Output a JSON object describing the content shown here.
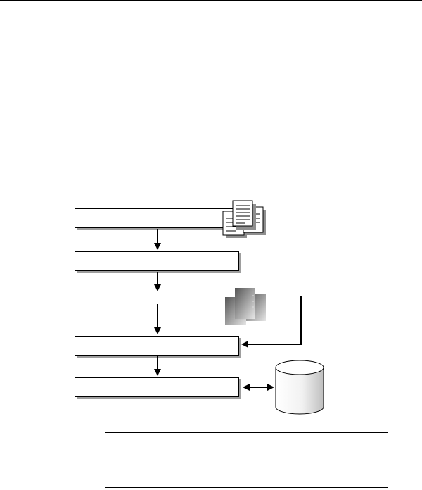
{
  "page": {
    "header_text": ""
  },
  "diagram": {
    "boxes": [
      {
        "id": "step-1",
        "label": ""
      },
      {
        "id": "step-2",
        "label": ""
      },
      {
        "id": "step-3",
        "label": ""
      },
      {
        "id": "step-4",
        "label": ""
      }
    ],
    "icons": [
      {
        "name": "document-stack-icon"
      },
      {
        "name": "gray-files-icon"
      },
      {
        "name": "database-cylinder-icon"
      }
    ]
  },
  "note": {
    "text": ""
  }
}
